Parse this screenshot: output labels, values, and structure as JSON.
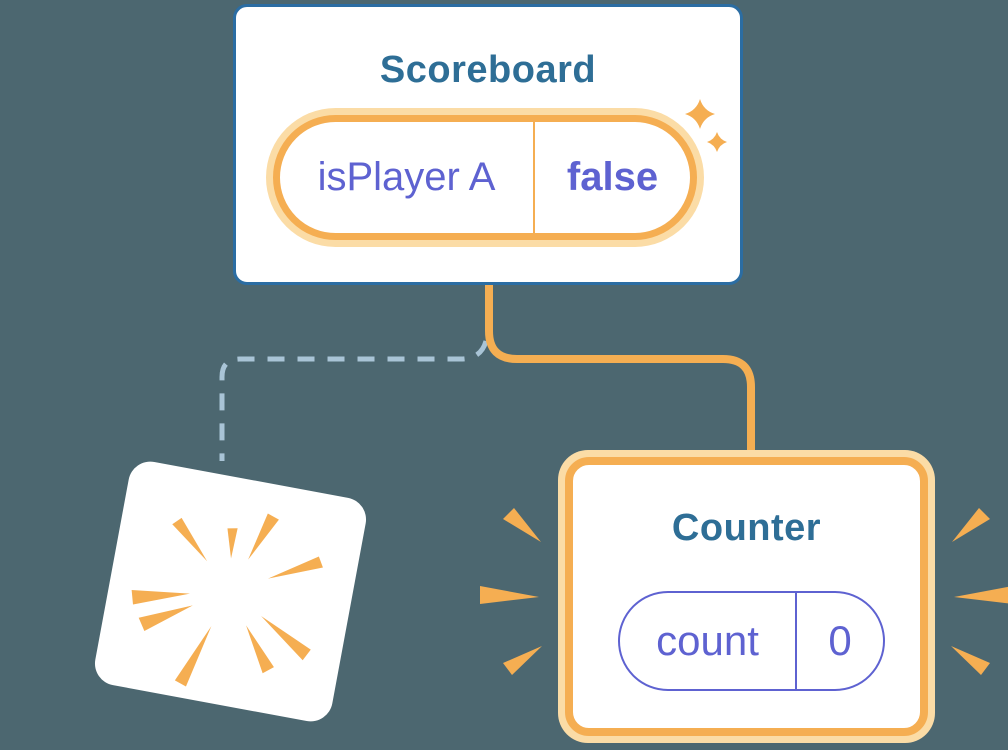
{
  "background_color": "#4C6770",
  "palette": {
    "card_background": "#FFFFFF",
    "parent_card_border": "#2B6DA3",
    "heading_text": "#2E6E96",
    "state_text": "#5E62D1",
    "highlight_orange": "#F5AE52",
    "highlight_glow": "#FBDCA6",
    "dashed_line": "#A9C4D6"
  },
  "diagram": {
    "parent": {
      "title": "Scoreboard",
      "state": {
        "key": "isPlayer A",
        "value": "false"
      }
    },
    "new_child": {
      "title": "Counter",
      "state": {
        "key": "count",
        "value": "0"
      }
    }
  }
}
